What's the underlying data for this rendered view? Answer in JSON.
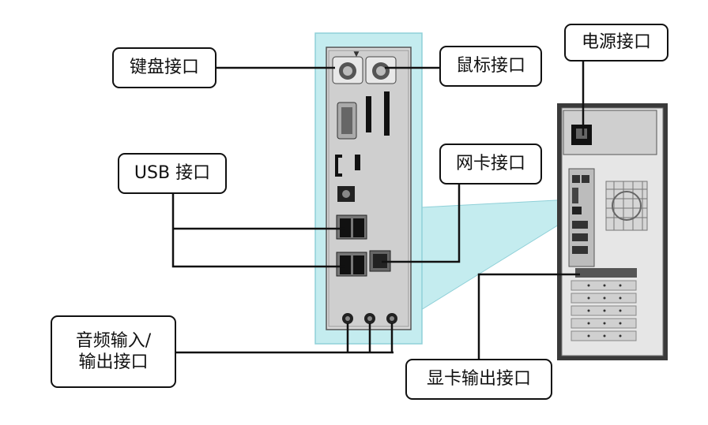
{
  "labels": {
    "keyboard": "键盘接口",
    "mouse": "鼠标接口",
    "power": "电源接口",
    "usb": "USB 接口",
    "network": "网卡接口",
    "audio_line1": "音频输入/",
    "audio_line2": "输出接口",
    "display": "显卡输出接口"
  },
  "colors": {
    "highlight": "#c4ecef",
    "highlight_border": "#8fd0d8",
    "line": "#111111",
    "case_dark": "#3a3a3a",
    "panel_metal": "#d4d4d4"
  }
}
